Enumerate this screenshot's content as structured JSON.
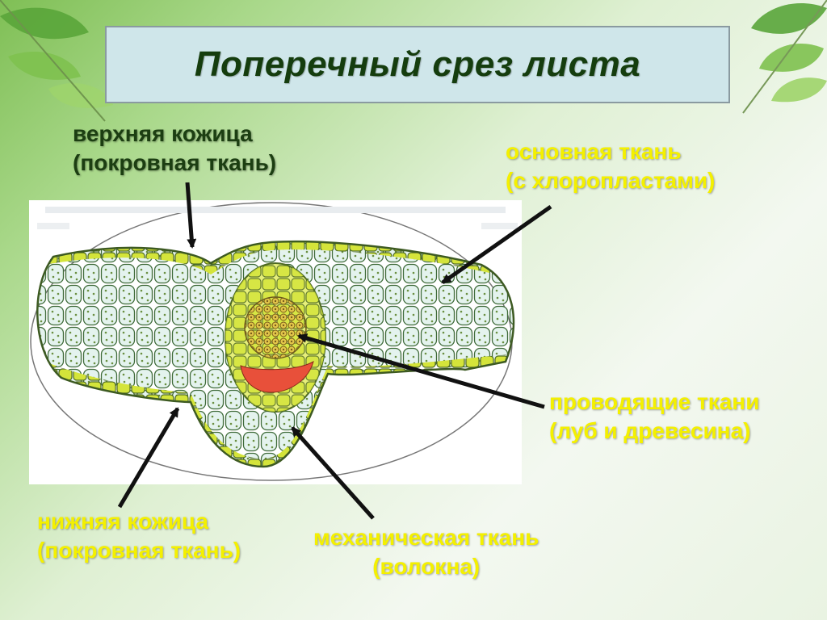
{
  "title": "Поперечный срез листа",
  "labels": {
    "upper_epidermis": {
      "line1": "верхняя кожица",
      "line2": "(покровная ткань)"
    },
    "ground_tissue": {
      "line1": "основная ткань",
      "line2": "(с хлоропластами)"
    },
    "conducting_tissue": {
      "line1": "проводящие ткани",
      "line2": "(луб и древесина)"
    },
    "lower_epidermis": {
      "line1": "нижняя кожица",
      "line2": "(покровная ткань)"
    },
    "mechanical_tissue": {
      "line1": "механическая ткань",
      "line2": "(волокна)"
    }
  },
  "colors": {
    "label_dark": "#1c3e12",
    "label_yellow": "#f4f000",
    "epidermis": "#d4e43a",
    "cell_fill": "#e4f3ee",
    "phloem": "#e8503a",
    "xylem": "#c9b84a"
  },
  "icons": [
    "leaf-cross-section-illustration",
    "corner-leaf-decoration"
  ]
}
